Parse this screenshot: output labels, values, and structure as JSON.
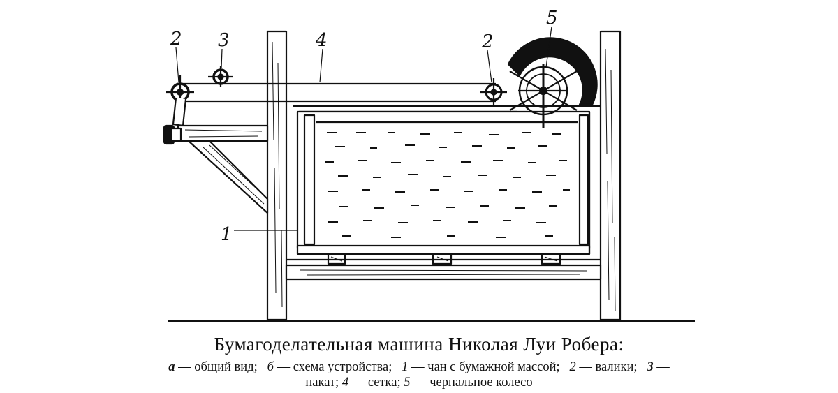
{
  "labels": {
    "roller_left": "2",
    "press": "3",
    "mesh": "4",
    "roller_right": "2",
    "wheel": "5",
    "vat": "1"
  },
  "caption": {
    "title": "Бумагоделательная машина Николая Луи Робера:",
    "legend": [
      {
        "key": "а",
        "text": "— общий вид;"
      },
      {
        "key": "б",
        "text": "— схема устройства;"
      },
      {
        "key": "1",
        "text": "— чан с бумажной массой;"
      },
      {
        "key": "2",
        "text": "— валики;"
      },
      {
        "key": "3",
        "text": "—"
      }
    ],
    "legend_line2": [
      {
        "text": "накат;"
      },
      {
        "key": "4",
        "text": "— сетка;"
      },
      {
        "key": "5",
        "text": "— черпальное колесо"
      }
    ]
  }
}
